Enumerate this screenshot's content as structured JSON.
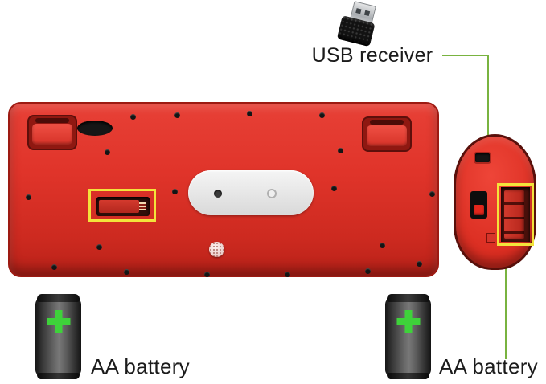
{
  "annotations": {
    "usb_receiver_label": "USB receiver",
    "battery_left_label": "AA battery",
    "battery_right_label": "AA battery"
  },
  "colors": {
    "keyboard_red": "#e0332a",
    "mouse_red": "#da2d21",
    "highlight_yellow": "#f3e33b",
    "annotation_green": "#79b340",
    "battery_plus_green": "#3ed23a",
    "label_text": "#1b1b1b"
  },
  "icons": {
    "usb_receiver_image": "usb-nano-receiver",
    "keyboard_image": "red-keyboard-bottom",
    "mouse_image": "red-mouse-bottom",
    "battery_image": "aa-battery-green-plus"
  }
}
